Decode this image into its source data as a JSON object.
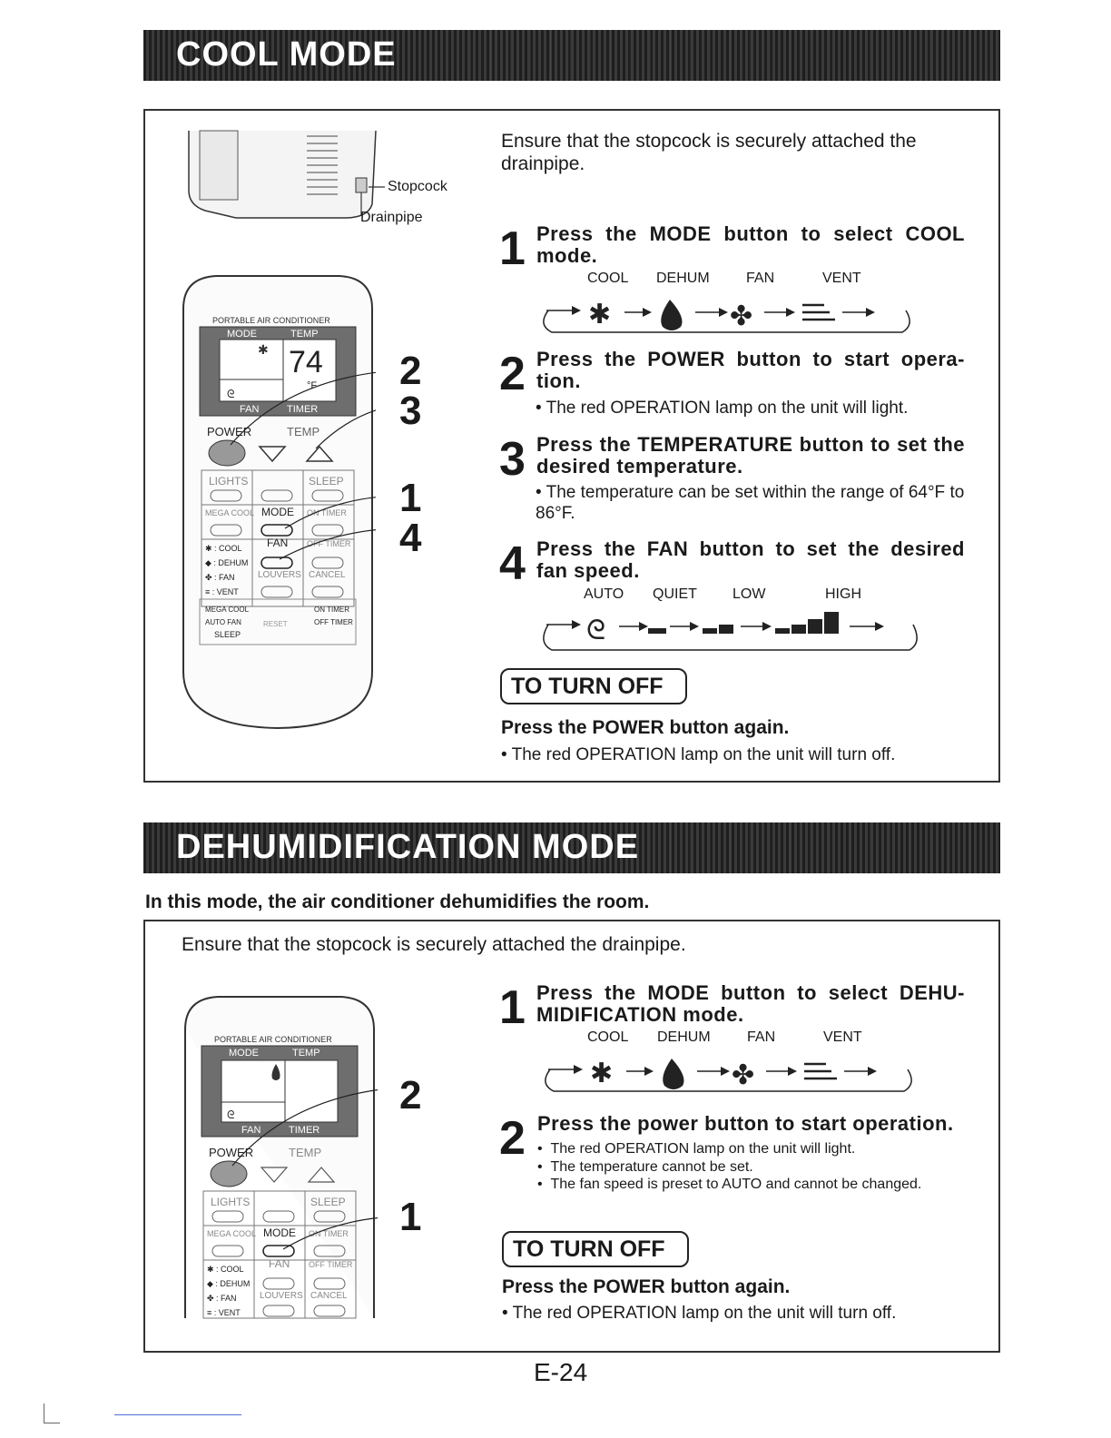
{
  "cool": {
    "banner": "COOL MODE",
    "diagram": {
      "stopcock": "Stopcock",
      "drainpipe": "Drainpipe"
    },
    "intro": "Ensure that the stopcock is securely attached the drainpipe.",
    "steps": [
      {
        "num": "1",
        "heading": "Press the MODE button to select COOL mode."
      },
      {
        "num": "2",
        "heading": "Press the POWER button to start opera-tion.",
        "bullets": [
          "The red OPERATION lamp  on the unit will light."
        ]
      },
      {
        "num": "3",
        "heading": "Press the TEMPERATURE button to set the desired temperature.",
        "bullets": [
          "The temperature can be set within the range of 64°F to 86°F."
        ]
      },
      {
        "num": "4",
        "heading": "Press the FAN button to set the desired fan speed."
      }
    ],
    "mode_seq": [
      "COOL",
      "DEHUM",
      "FAN",
      "VENT"
    ],
    "fan_seq": [
      "AUTO",
      "QUIET",
      "LOW",
      "HIGH"
    ],
    "turn_off_title": "TO TURN OFF",
    "turn_off_heading": "Press the POWER button again.",
    "turn_off_bullet": "The red OPERATION lamp on the unit will turn off.",
    "callouts": [
      "2",
      "3",
      "1",
      "4"
    ]
  },
  "dehum": {
    "banner": "DEHUMIDIFICATION MODE",
    "subtitle": "In this mode, the air conditioner dehumidifies the room.",
    "intro": "Ensure that the stopcock is securely attached the drainpipe.",
    "steps": [
      {
        "num": "1",
        "heading": "Press the MODE button to select DEHU-MIDIFICATION mode."
      },
      {
        "num": "2",
        "heading": "Press the power button to start operation.",
        "bullets": [
          "The red OPERATION lamp  on the unit will light.",
          "The temperature cannot be set.",
          "The fan speed is preset to AUTO and cannot be changed."
        ]
      }
    ],
    "mode_seq": [
      "COOL",
      "DEHUM",
      "FAN",
      "VENT"
    ],
    "turn_off_title": "TO TURN OFF",
    "turn_off_heading": "Press the POWER button again.",
    "turn_off_bullet": "The red OPERATION lamp on the unit will turn off.",
    "callouts": [
      "2",
      "1"
    ]
  },
  "remote": {
    "brand": "PORTABLE AIR CONDITIONER",
    "mode": "MODE",
    "temp": "TEMP",
    "fan": "FAN",
    "timer": "TIMER",
    "power": "POWER",
    "temp_btn": "TEMP",
    "lights": "LIGHTS",
    "sleep": "SLEEP",
    "mega_cool": "MEGA COOL",
    "mode_btn": "MODE",
    "on_timer": "ON TIMER",
    "fan_btn": "FAN",
    "off_timer": "OFF TIMER",
    "louvers": "LOUVERS",
    "cancel": "CANCEL",
    "reset": "RESET",
    "display_temp": "74",
    "unit": "°F",
    "legend": [
      "✱ : COOL",
      "◆ : DEHUM",
      "✤ : FAN",
      "≡ : VENT",
      "MEGA COOL",
      "AUTO FAN",
      "SLEEP",
      "ON TIMER",
      "OFF TIMER"
    ]
  },
  "page_number": "E-24"
}
